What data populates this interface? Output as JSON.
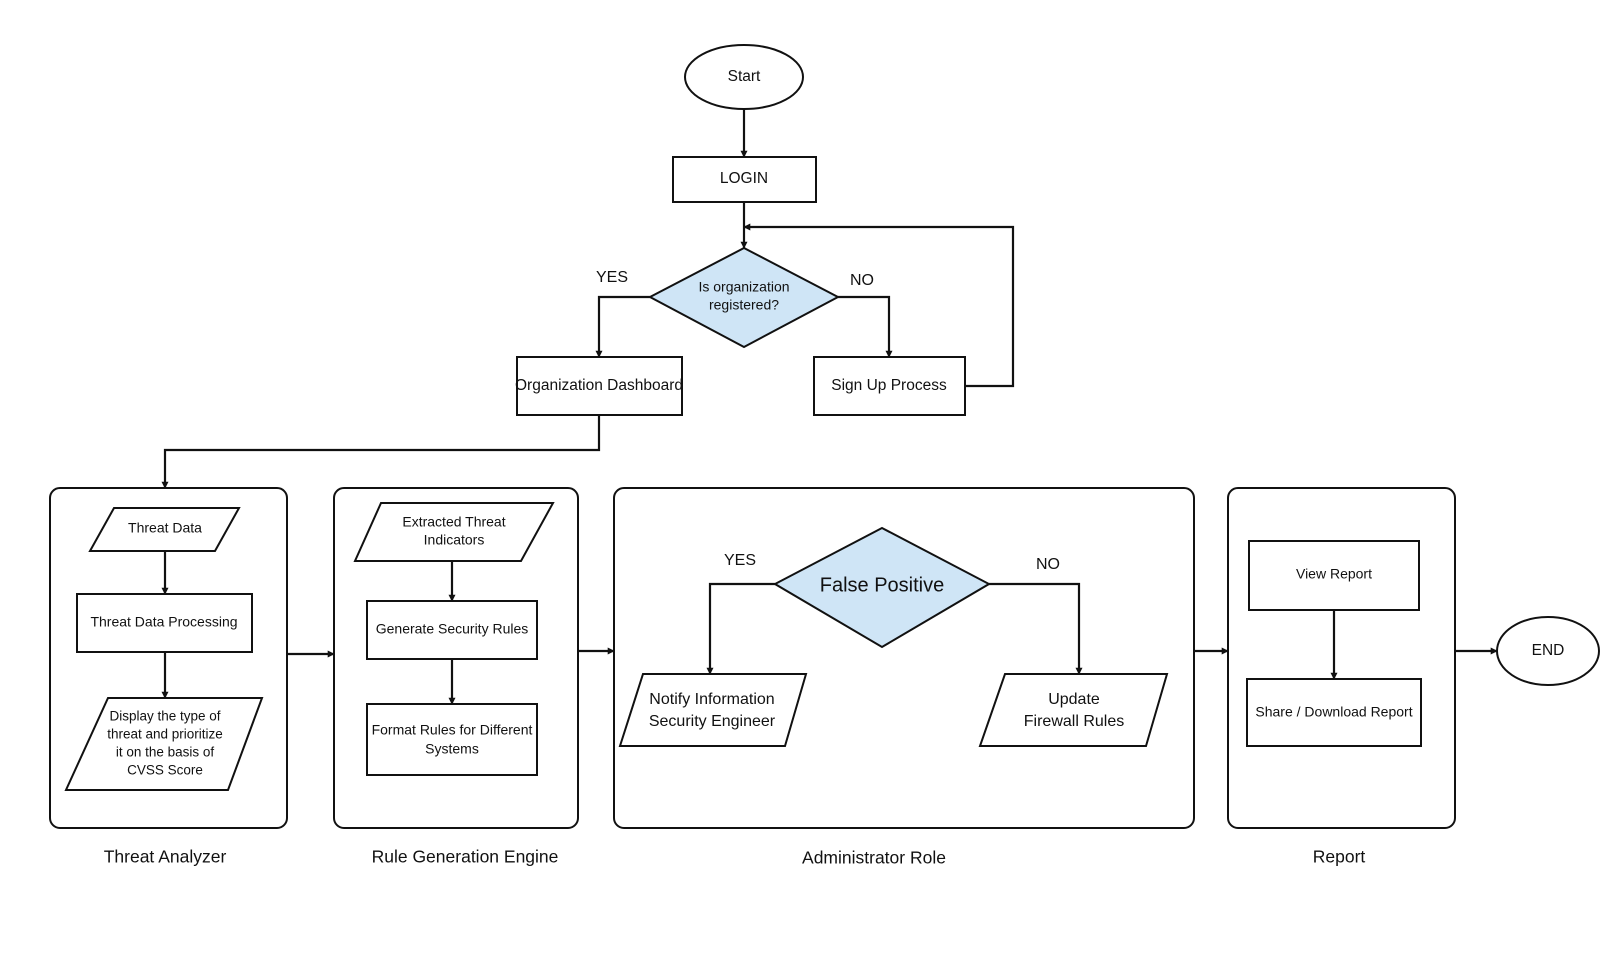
{
  "nodes": {
    "start": "Start",
    "login": "LOGIN",
    "org_check": [
      "Is organization",
      "registered?"
    ],
    "org_dashboard": "Organization Dashboard",
    "sign_up": "Sign Up Process",
    "threat_data": "Threat Data",
    "threat_processing": "Threat Data Processing",
    "display_type": [
      "Display the type of",
      "threat and prioritize",
      "it on the basis of",
      "CVSS Score"
    ],
    "extracted_indicators": [
      "Extracted Threat",
      "Indicators"
    ],
    "generate_rules": "Generate Security Rules",
    "format_rules": [
      "Format Rules for Different",
      "Systems"
    ],
    "false_positive": "False Positive",
    "notify_engineer": [
      "Notify Information",
      "Security Engineer"
    ],
    "update_firewall": [
      "Update",
      "Firewall Rules"
    ],
    "view_report": "View Report",
    "share_report": "Share / Download Report",
    "end": "END"
  },
  "edge_labels": {
    "org_yes": "YES",
    "org_no": "NO",
    "fp_yes": "YES",
    "fp_no": "NO"
  },
  "groups": {
    "threat_analyzer": "Threat Analyzer",
    "rule_engine": "Rule Generation Engine",
    "admin_role": "Administrator Role",
    "report": "Report"
  },
  "colors": {
    "decision_fill": "#cfe5f6",
    "stroke": "#111111",
    "background": "#ffffff"
  }
}
